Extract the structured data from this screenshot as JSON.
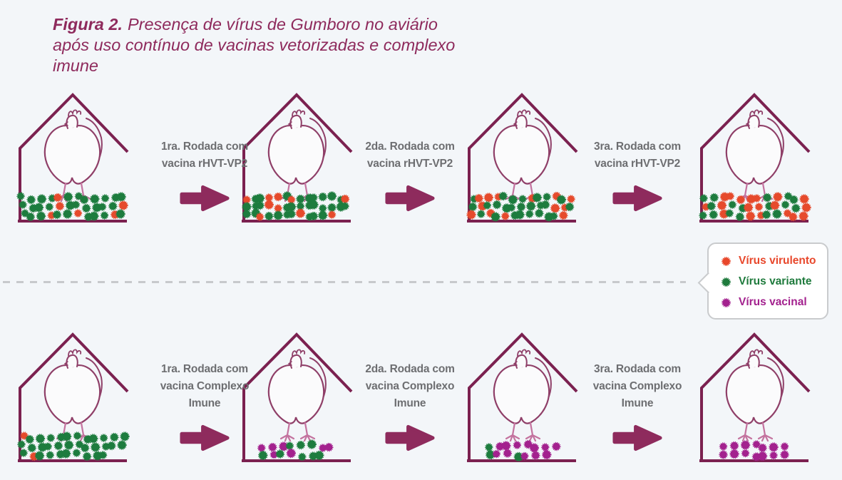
{
  "title": {
    "prefix": "Figura 2.",
    "text": "Presença de vírus de Gumboro no aviário após uso contínuo de vacinas vetorizadas e complexo imune"
  },
  "colors": {
    "background": "#f3f6f9",
    "title": "#8e2a5c",
    "house_outline": "#7b2150",
    "chicken_outline": "#8f3f68",
    "chicken_legs": "#c4739f",
    "arrow": "#8e2b5d",
    "step_label_text": "#6d6e71",
    "divider": "#c7c9cc",
    "legend_border": "#c9cbcd",
    "virus": {
      "red": "#e64a2c",
      "green": "#1d7c3e",
      "purple": "#a3218e"
    }
  },
  "legend": {
    "items": [
      {
        "name": "virus-virulento",
        "label": "Vírus virulento",
        "color": "#e8472b"
      },
      {
        "name": "virus-variante",
        "label": "Vírus variante",
        "color": "#1e7a3c"
      },
      {
        "name": "virus-vacinal",
        "label": "Vírus vacinal",
        "color": "#a3218e"
      }
    ]
  },
  "rows": [
    {
      "name": "vectored-vaccine-row",
      "houses": [
        {
          "dots": {
            "red": 6,
            "green": 30,
            "purple": 0
          }
        },
        {
          "dots": {
            "red": 10,
            "green": 30,
            "purple": 0
          }
        },
        {
          "dots": {
            "red": 13,
            "green": 25,
            "purple": 0
          }
        },
        {
          "dots": {
            "red": 19,
            "green": 17,
            "purple": 0
          }
        }
      ],
      "arrows": [
        {
          "label_lines": [
            "1ra. Rodada com",
            "vacina rHVT-VP2"
          ]
        },
        {
          "label_lines": [
            "2da. Rodada com",
            "vacina rHVT-VP2"
          ]
        },
        {
          "label_lines": [
            "3ra. Rodada com",
            "vacina rHVT-VP2"
          ]
        }
      ]
    },
    {
      "name": "immune-complex-vaccine-row",
      "houses": [
        {
          "dots": {
            "red": 2,
            "green": 32,
            "purple": 0
          }
        },
        {
          "dots": {
            "red": 0,
            "green": 8,
            "purple": 7
          }
        },
        {
          "dots": {
            "red": 0,
            "green": 3,
            "purple": 12
          }
        },
        {
          "dots": {
            "red": 0,
            "green": 0,
            "purple": 14
          }
        }
      ],
      "arrows": [
        {
          "label_lines": [
            "1ra. Rodada com",
            "vacina Complexo",
            "Imune"
          ]
        },
        {
          "label_lines": [
            "2da. Rodada com",
            "vacina Complexo",
            "Imune"
          ]
        },
        {
          "label_lines": [
            "3ra. Rodada com",
            "vacina Complexo",
            "Imune"
          ]
        }
      ]
    }
  ]
}
